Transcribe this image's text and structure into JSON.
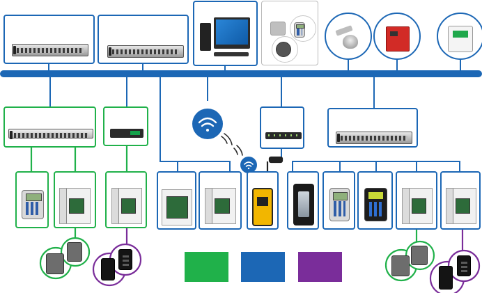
{
  "diagram": {
    "colors": {
      "backbone": "#1c67b5",
      "blue_connection": "#1c67b5",
      "green_connection": "#20b14a",
      "purple_connection": "#7a2d9a"
    },
    "legend": [
      {
        "color": "#20b14a",
        "label": ""
      },
      {
        "color": "#1c67b5",
        "label": ""
      },
      {
        "color": "#7a2d9a",
        "label": ""
      }
    ],
    "top_row": [
      {
        "name": "rack-server",
        "icon": "rack-server-icon"
      },
      {
        "name": "rack-server",
        "icon": "rack-server-icon"
      },
      {
        "name": "desktop-computer",
        "icon": "desktop-computer-icon"
      },
      {
        "name": "security-cameras-and-readers",
        "icon": "device-collage-icon"
      },
      {
        "name": "dome-camera",
        "icon": "dome-camera-icon"
      },
      {
        "name": "fire-alarm-panel",
        "icon": "fire-alarm-panel-icon"
      },
      {
        "name": "intrusion-alarm-keypad",
        "icon": "alarm-keypad-icon"
      }
    ],
    "middle_row": [
      {
        "name": "network-controller",
        "icon": "rack-controller-icon"
      },
      {
        "name": "network-bridge",
        "icon": "bridge-icon"
      },
      {
        "name": "wireless-access-point",
        "icon": "wifi-icon"
      },
      {
        "name": "network-switch",
        "icon": "switch-icon"
      },
      {
        "name": "rack-server",
        "icon": "rack-server-icon"
      }
    ],
    "bottom_row": [
      {
        "name": "keypad-reader",
        "icon": "keypad-reader-icon"
      },
      {
        "name": "door-controller",
        "icon": "door-controller-icon"
      },
      {
        "name": "door-controller",
        "icon": "door-controller-icon"
      },
      {
        "name": "controller-board",
        "icon": "controller-board-icon"
      },
      {
        "name": "door-controller",
        "icon": "door-controller-icon"
      },
      {
        "name": "wireless-lock",
        "icon": "wireless-lock-icon"
      },
      {
        "name": "biometric-reader",
        "icon": "biometric-reader-icon"
      },
      {
        "name": "keypad-reader",
        "icon": "keypad-reader-icon"
      },
      {
        "name": "keypad-display-reader",
        "icon": "display-reader-icon"
      },
      {
        "name": "door-controller",
        "icon": "door-controller-icon"
      },
      {
        "name": "door-controller",
        "icon": "door-controller-icon"
      }
    ],
    "reader_groups": [
      {
        "name": "card-and-keypad-readers",
        "border": "#20b14a",
        "icon": "card-reader-icon"
      },
      {
        "name": "card-and-keypad-readers",
        "border": "#7a2d9a",
        "icon": "keypad-reader-icon"
      },
      {
        "name": "card-and-keypad-readers",
        "border": "#20b14a",
        "icon": "card-reader-icon"
      },
      {
        "name": "card-and-keypad-readers",
        "border": "#7a2d9a",
        "icon": "keypad-reader-icon"
      }
    ]
  }
}
